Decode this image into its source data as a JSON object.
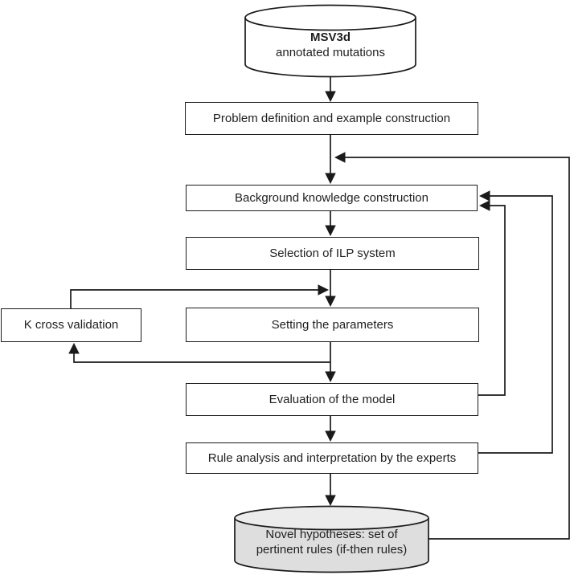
{
  "colors": {
    "line": "#1a1a1a",
    "box_fill": "#ffffff",
    "box_border": "#1a1a1a",
    "cylinder_top_fill": "#ffffff",
    "cylinder_bottom_body_fill": "#dedede",
    "cylinder_bottom_ellipse_fill": "#ececec",
    "text": "#1f1f1f"
  },
  "nodes": {
    "database": {
      "title": "MSV3d",
      "subtitle": "annotated mutations"
    },
    "problem_definition": {
      "label": "Problem definition and example construction"
    },
    "background_knowledge": {
      "label": "Background knowledge construction"
    },
    "ilp_selection": {
      "label": "Selection of ILP system"
    },
    "parameter_setting": {
      "label": "Setting the parameters"
    },
    "k_cross_validation": {
      "label": "K cross validation"
    },
    "model_evaluation": {
      "label": "Evaluation of the model"
    },
    "rule_analysis": {
      "label": "Rule analysis and interpretation by the experts"
    },
    "output": {
      "line1": "Novel hypotheses: set of",
      "line2": "pertinent rules (if-then rules)"
    }
  }
}
